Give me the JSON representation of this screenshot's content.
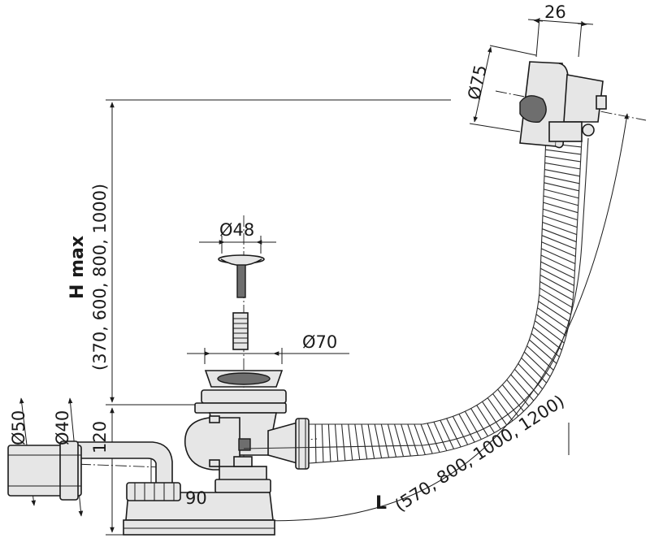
{
  "labels": {
    "overflow_depth": "26",
    "overflow_diameter": "Ø75",
    "plug_diameter": "Ø48",
    "waste_diameter": "Ø70",
    "height_title": "H max",
    "height_values": "(370, 600, 800, 1000)",
    "outlet_d50": "Ø50",
    "outlet_d40": "Ø40",
    "trap_height": "120",
    "trap_offset": "90",
    "length_title": "L",
    "length_values": "(570, 800, 1000, 1200)"
  }
}
